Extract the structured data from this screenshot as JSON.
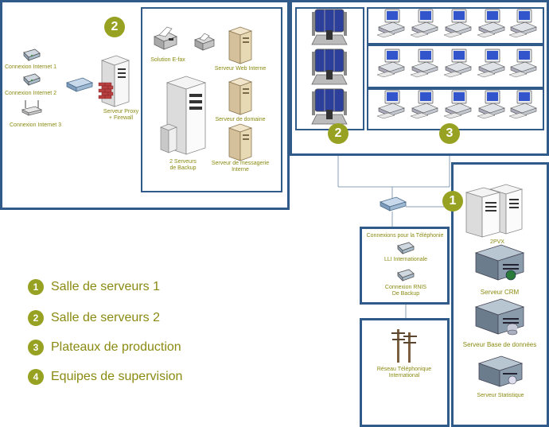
{
  "room2": {
    "badge": "2",
    "internet": [
      "Connexion Internet 1",
      "Connexion Internet 2",
      "Connexion Internet 3"
    ],
    "proxy": "Serveur Proxy\n+ Firewall",
    "efax": "Solution E-fax",
    "web": "Serveur Web Interne",
    "backup": "2 Serveurs\nde Backup",
    "domaine": "Serveur de domaine",
    "messagerie": "Serveur de messagerie\nInterne"
  },
  "production": {
    "badge_supervision": "2",
    "badge_production": "3"
  },
  "telephony": {
    "title": "Connexions pour la Téléphonie",
    "lli": "LLI Internationale",
    "rnis": "Connexion RNIS\nDe Backup",
    "reseau": "Réseau Téléphonique\nInternational"
  },
  "room1": {
    "badge": "1",
    "pvx": "2PVX",
    "crm": "Serveur CRM",
    "bdd": "Serveur Base de données",
    "stat": "Serveur Statistique"
  },
  "legend": [
    {
      "num": "1",
      "text": "Salle de serveurs 1"
    },
    {
      "num": "2",
      "text": "Salle de serveurs 2"
    },
    {
      "num": "3",
      "text": "Plateaux de production"
    },
    {
      "num": "4",
      "text": "Equipes de supervision"
    }
  ],
  "colors": {
    "frame": "#2f5a8a",
    "badge": "#98a222",
    "label": "#8a8a12"
  }
}
